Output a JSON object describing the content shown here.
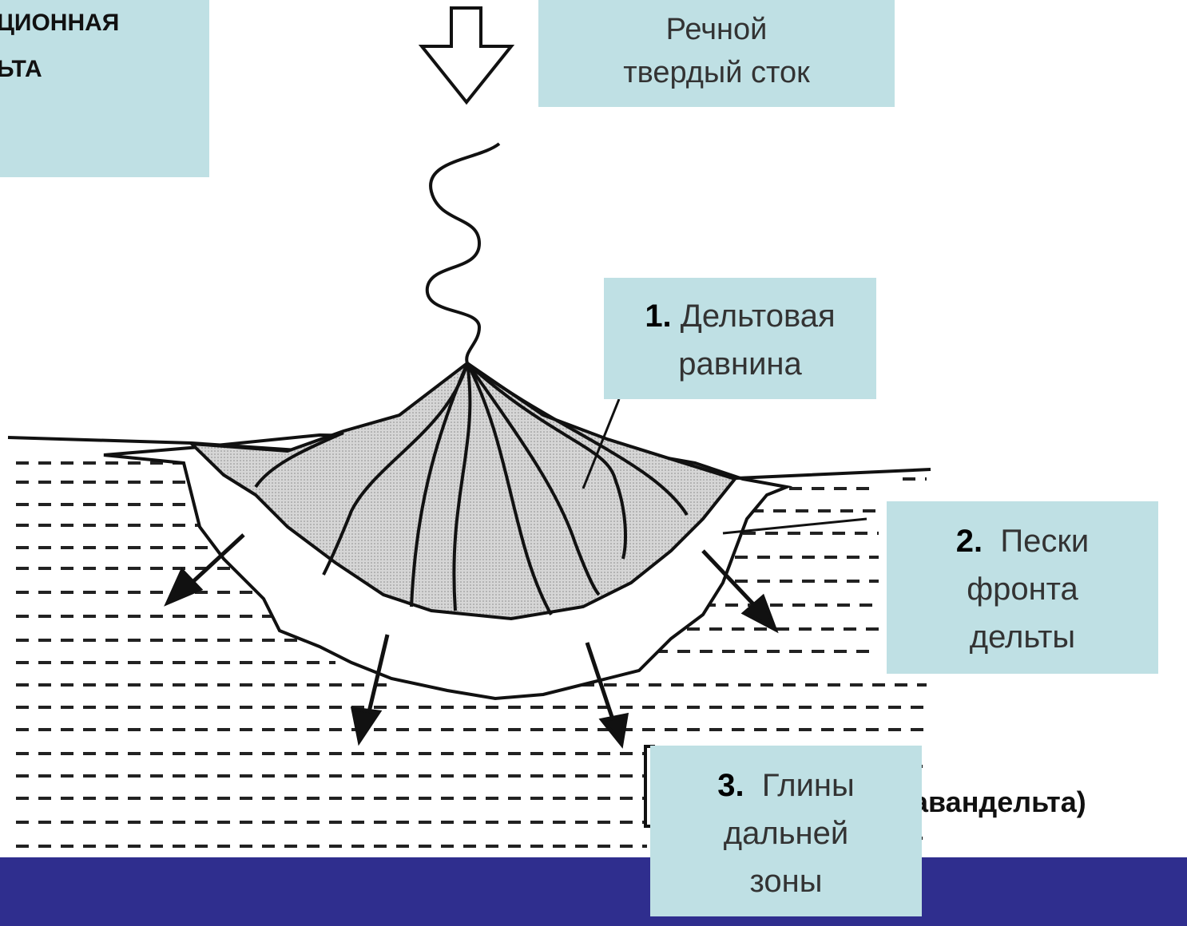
{
  "title": {
    "lines": [
      "ЦИОННАЯ",
      "ЬТА"
    ]
  },
  "top_label": {
    "lines": [
      "Речной",
      "твердый сток"
    ]
  },
  "box1": {
    "number": "1.",
    "lines": [
      "Дельтовая",
      "равнина"
    ]
  },
  "box2": {
    "number": "2.",
    "lines": [
      "Пески",
      "фронта",
      "дельты"
    ]
  },
  "box3": {
    "number": "3.",
    "lines": [
      "Глины",
      "дальней",
      "зоны"
    ]
  },
  "side_note": "(авандельта)",
  "colors": {
    "label_bg": "#bfe0e4",
    "bottom_bar": "#2f2e8e",
    "delta_fill": "#cfcfcf"
  }
}
